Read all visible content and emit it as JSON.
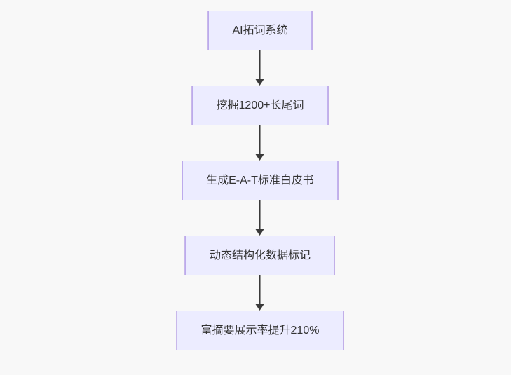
{
  "flowchart": {
    "type": "flowchart",
    "direction": "top-down",
    "nodes": [
      {
        "label": "AI拓词系统"
      },
      {
        "label": "挖掘1200+长尾词"
      },
      {
        "label": "生成E-A-T标准白皮书"
      },
      {
        "label": "动态结构化数据标记"
      },
      {
        "label": "富摘要展示率提升210%"
      }
    ],
    "edges": [
      {
        "from": 0,
        "to": 1
      },
      {
        "from": 1,
        "to": 2
      },
      {
        "from": 2,
        "to": 3
      },
      {
        "from": 3,
        "to": 4
      }
    ]
  },
  "colors": {
    "background": "#f8f8f8",
    "node_fill": "#ececff",
    "node_border": "#9370db",
    "node_text": "#333333",
    "arrow": "#3a3a3a"
  }
}
